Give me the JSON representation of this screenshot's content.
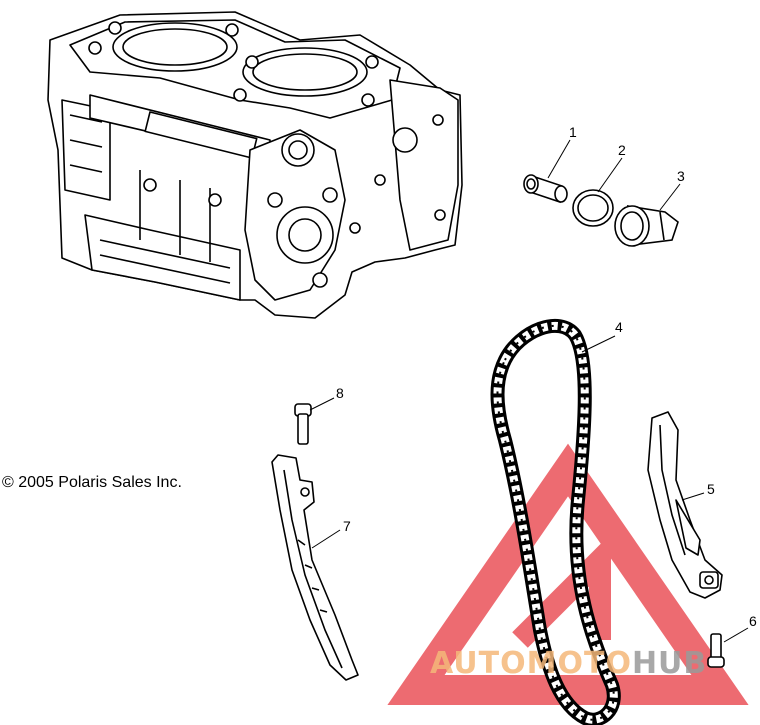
{
  "copyright": "© 2005 Polaris Sales Inc.",
  "callouts": [
    {
      "id": "1",
      "part": "dowel-sleeve"
    },
    {
      "id": "2",
      "part": "o-ring"
    },
    {
      "id": "3",
      "part": "cap"
    },
    {
      "id": "4",
      "part": "cam-chain"
    },
    {
      "id": "5",
      "part": "tensioner-blade"
    },
    {
      "id": "6",
      "part": "bolt-short"
    },
    {
      "id": "7",
      "part": "chain-guide"
    },
    {
      "id": "8",
      "part": "bolt-long"
    }
  ],
  "watermark": {
    "part1": "AUTO",
    "part2": "MOTO",
    "part3": "HUB",
    "color_orange": "#f5b87a",
    "color_gray": "#9a9a9a",
    "color_red": "#e8424a"
  }
}
